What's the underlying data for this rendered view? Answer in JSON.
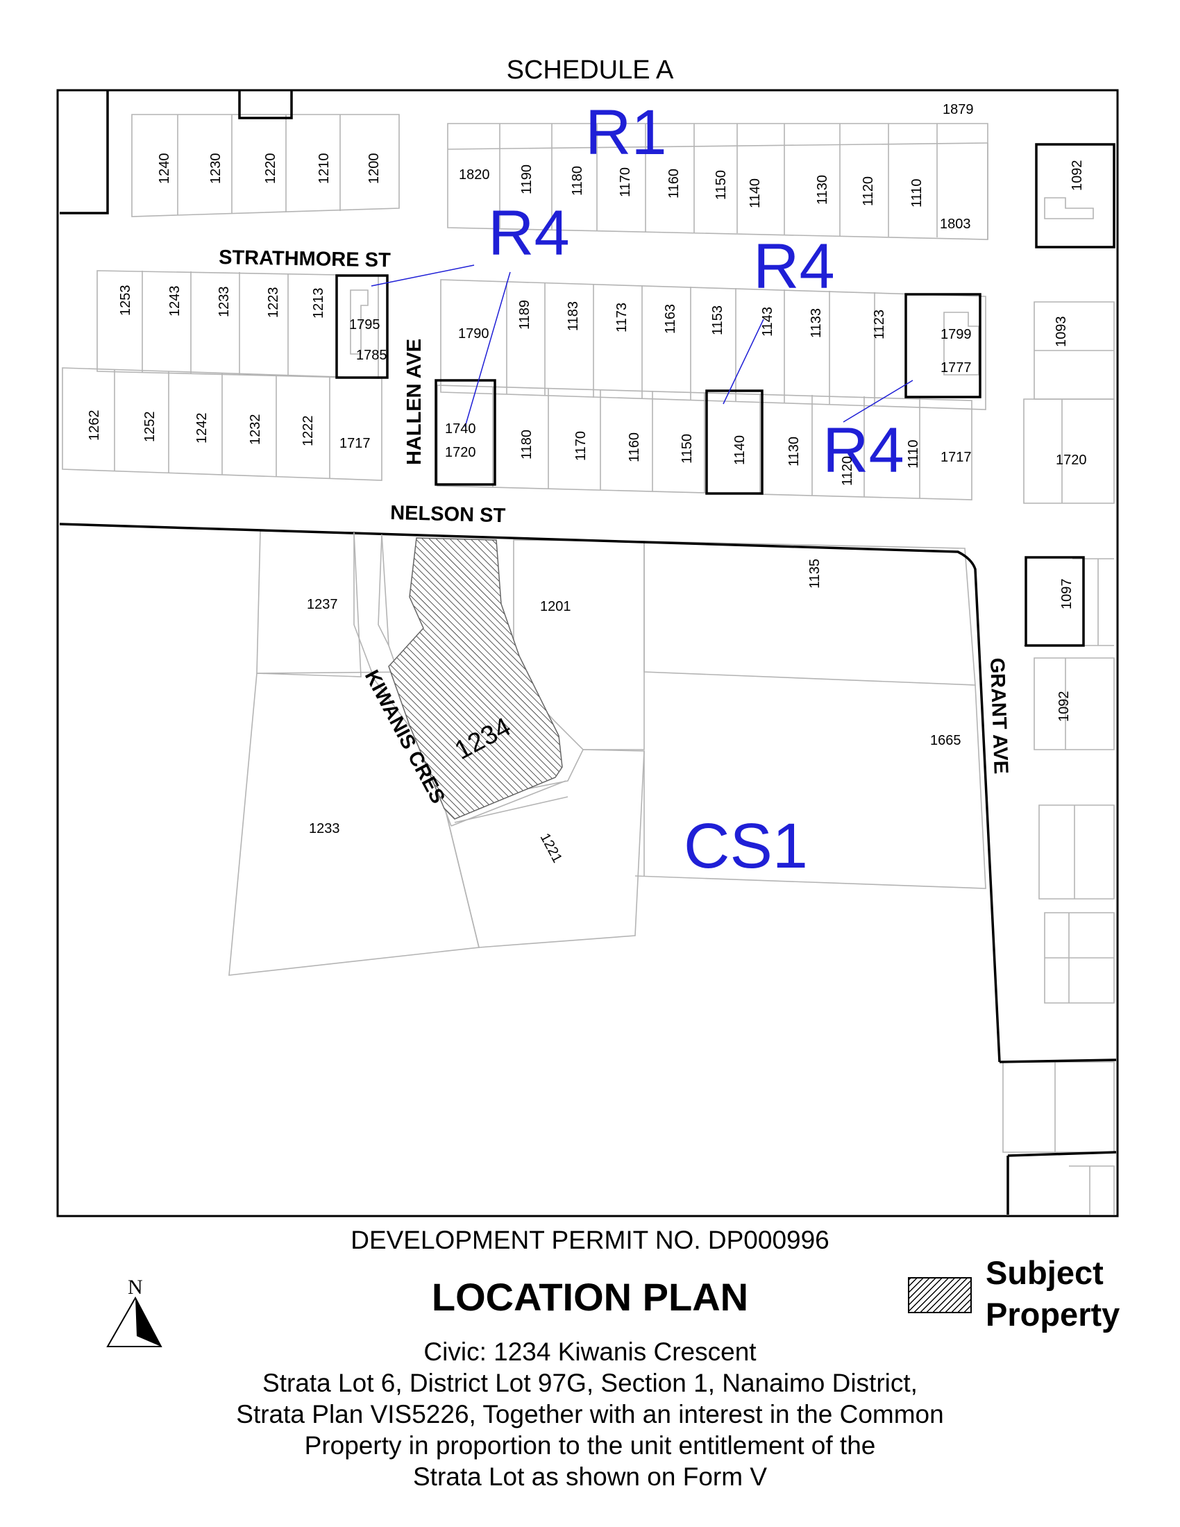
{
  "schedule_title": "SCHEDULE A",
  "permit_number": "DEVELOPMENT PERMIT NO. DP000996",
  "plan_title": "LOCATION PLAN",
  "north_label": "N",
  "legend": {
    "label_line1": "Subject",
    "label_line2": "Property"
  },
  "description_lines": [
    "Civic: 1234 Kiwanis Crescent",
    "Strata Lot 6, District Lot 97G, Section 1, Nanaimo District,",
    "Strata Plan VIS5226, Together  with an interest in the Common",
    "Property in proportion to the unit entitlement of the",
    "Strata Lot as shown on Form V"
  ],
  "colors": {
    "zone_label": "#1f1fd6",
    "line": "#000000",
    "lot_line": "#b4b4b4"
  },
  "zones": [
    "R1",
    "R4",
    "R4",
    "R4",
    "CS1"
  ],
  "streets": [
    "STRATHMORE ST",
    "NELSON ST",
    "HALLEN AVE",
    "KIWANIS CRES",
    "GRANT AVE"
  ],
  "subject_address": "1234",
  "addresses": {
    "top_row_left": [
      "1240",
      "1230",
      "1220",
      "1210",
      "1200"
    ],
    "top_row_right": [
      "1820",
      "1190",
      "1180",
      "1170",
      "1160",
      "1150",
      "1140",
      "1130",
      "1120",
      "1110"
    ],
    "top_right_corner": [
      "1879",
      "1803",
      "1092"
    ],
    "strathmore_south_left": [
      "1253",
      "1243",
      "1233",
      "1223",
      "1213"
    ],
    "strathmore_south_mid": [
      "1795",
      "1785",
      "1790"
    ],
    "strathmore_south_right": [
      "1189",
      "1183",
      "1173",
      "1163",
      "1153",
      "1143",
      "1133",
      "1123",
      "1799",
      "1777",
      "1093"
    ],
    "nelson_north_left": [
      "1262",
      "1252",
      "1242",
      "1232",
      "1222",
      "1717"
    ],
    "nelson_north_mid": [
      "1740",
      "1720"
    ],
    "nelson_north_right": [
      "1180",
      "1170",
      "1160",
      "1150",
      "1140",
      "1130",
      "1120",
      "1110",
      "1717",
      "1720"
    ],
    "south_block": [
      "1237",
      "1201",
      "1135",
      "1233",
      "1221",
      "1665",
      "1097",
      "1092"
    ]
  }
}
